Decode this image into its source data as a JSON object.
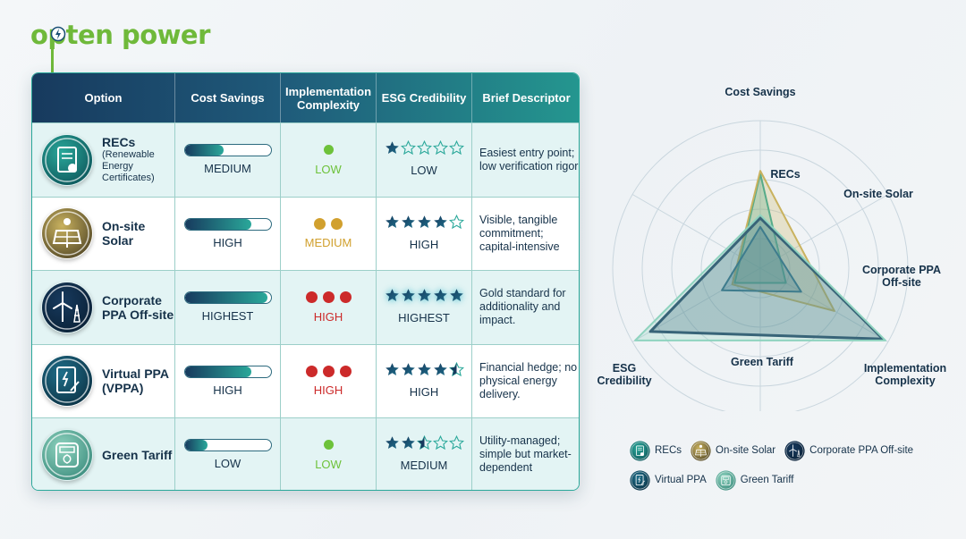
{
  "brand": {
    "logo_text": "opten power"
  },
  "colors": {
    "navy": "#173a5e",
    "teal": "#2aa89a",
    "green": "#6dc23a",
    "amber": "#d1a02e",
    "red": "#cc2a2a",
    "mint": "#8fd3bf",
    "on_site_solar": "#c9b25f"
  },
  "table": {
    "headers": [
      "Option",
      "Cost Savings",
      "Implementation Complexity",
      "ESG Credibility",
      "Brief Descriptor"
    ],
    "rows": [
      {
        "title": "RECs",
        "subtitle": "(Renewable Energy Certificates)",
        "icon": "certificate-icon",
        "cost_level": "MEDIUM",
        "cost_fill": 0.45,
        "complexity_label": "LOW",
        "complexity_dots": 1,
        "complexity_color": "green",
        "esg_label": "LOW",
        "esg_stars": 1,
        "descriptor": "Easiest entry point; low verification rigor"
      },
      {
        "title": "On-site Solar",
        "subtitle": "",
        "icon": "solar-panel-icon",
        "cost_level": "HIGH",
        "cost_fill": 0.78,
        "complexity_label": "MEDIUM",
        "complexity_dots": 2,
        "complexity_color": "amber",
        "esg_label": "HIGH",
        "esg_stars": 4,
        "descriptor": "Visible, tangible commitment; capital-intensive"
      },
      {
        "title": "Corporate PPA Off-site",
        "subtitle": "",
        "icon": "wind-turbine-icon",
        "cost_level": "HIGHEST",
        "cost_fill": 0.96,
        "complexity_label": "HIGH",
        "complexity_dots": 3,
        "complexity_color": "red",
        "esg_label": "HIGHEST",
        "esg_stars": 5,
        "descriptor": "Gold standard for additionality and impact."
      },
      {
        "title": "Virtual PPA (VPPA)",
        "subtitle": "",
        "icon": "contract-icon",
        "cost_level": "HIGH",
        "cost_fill": 0.78,
        "complexity_label": "HIGH",
        "complexity_dots": 3,
        "complexity_color": "red",
        "esg_label": "HIGH",
        "esg_stars": 4.5,
        "descriptor": "Financial hedge; no physical energy delivery."
      },
      {
        "title": "Green Tariff",
        "subtitle": "",
        "icon": "meter-icon",
        "cost_level": "LOW",
        "cost_fill": 0.27,
        "complexity_label": "LOW",
        "complexity_dots": 1,
        "complexity_color": "green",
        "esg_label": "MEDIUM",
        "esg_stars": 2.5,
        "descriptor": "Utility-managed; simple but market-dependent"
      }
    ]
  },
  "chart_data": {
    "type": "radar",
    "axes": [
      "Cost Savings",
      "Implementation Complexity",
      "ESG Credibility"
    ],
    "inner_labels": [
      "RECs",
      "On-site Solar",
      "Corporate PPA Off-site",
      "Green Tariff"
    ],
    "rmax": 5,
    "rings": 5,
    "series": [
      {
        "name": "RECs",
        "color": "#2aa89a",
        "values": [
          3.2,
          1.0,
          1.0
        ]
      },
      {
        "name": "On-site Solar",
        "color": "#c9b25f",
        "values": [
          3.3,
          2.9,
          1.1
        ]
      },
      {
        "name": "Corporate PPA Off-site",
        "color": "#173a5e",
        "values": [
          1.7,
          4.8,
          4.3
        ]
      },
      {
        "name": "Virtual PPA",
        "color": "#1f5a7a",
        "values": [
          1.4,
          1.6,
          1.5
        ]
      },
      {
        "name": "Green Tariff",
        "color": "#8fd3bf",
        "values": [
          1.8,
          4.9,
          4.9
        ]
      }
    ],
    "legend_position": "bottom"
  },
  "legend": [
    {
      "label": "RECs",
      "icon": "certificate-icon",
      "color": "#2aa89a"
    },
    {
      "label": "On-site Solar",
      "icon": "solar-panel-icon",
      "color": "#c9b25f"
    },
    {
      "label": "Corporate PPA Off-site",
      "icon": "wind-turbine-icon",
      "color": "#173a5e"
    },
    {
      "label": "Virtual PPA",
      "icon": "contract-icon",
      "color": "#1f5a7a"
    },
    {
      "label": "Green Tariff",
      "icon": "meter-icon",
      "color": "#8fd3bf"
    }
  ]
}
